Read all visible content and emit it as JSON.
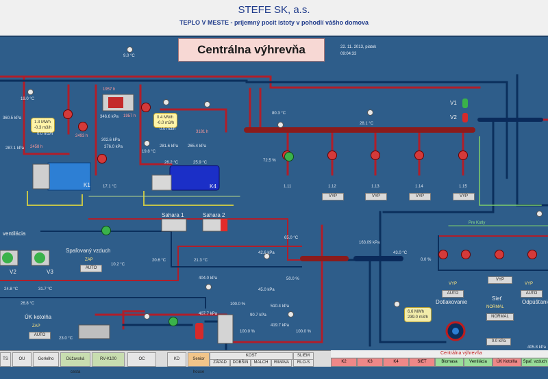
{
  "header": {
    "company": "STEFE SK, a.s.",
    "tagline": "TEPLO V MESTE - príjemný pocit istoty v pohodlí vášho domova"
  },
  "title": "Centrálna výhrevňa",
  "datetime": {
    "date": "22. 11. 2013, piatok",
    "time": "09:04:33"
  },
  "labels": {
    "p1": "360.5 kPa",
    "p2": "287.1 kPa",
    "p3": "346.6 kPa",
    "p4": "281.6 kPa",
    "p5": "265.4 kPa",
    "p6": "376.0 kPa",
    "p7": "302.6 kPa",
    "t1": "19.0 °C",
    "t2": "9.0 °C",
    "t3": "17.1 °C",
    "t4": "19.8 °C",
    "t5": "26.2 °C",
    "t6": "25.9 °C",
    "t7": "80.3 °C",
    "t8": "28.1 °C",
    "t9": "72.5 %",
    "flow1": "2458 h",
    "flow2": "1957 h",
    "flow3": "2493 h",
    "flow4": "3181 h",
    "flow5": "1957 h",
    "k1": "K1",
    "k4": "K4",
    "v1": "V1",
    "v2": "V2",
    "v3": "V3",
    "ventilacia": "ventilácia",
    "spal_vzduch": "Spaľovaný vzduch",
    "uk_kotolna": "ÚK kotolňa",
    "sahara1": "Sahara 1",
    "sahara2": "Sahara 2",
    "sg1": "1.11",
    "sg2": "1.12",
    "sg3": "1.13",
    "sg4": "1.14",
    "sg5": "1.15",
    "vyp": "VYP",
    "zap": "ZAP",
    "auto": "AUTO",
    "normal": "NORMAL",
    "dotlak": "Dotlakovanie",
    "siet": "Sieť",
    "odpust": "Odpúšťanie",
    "energy": "6.6 MWh",
    "energy2": "239.0 m3/h",
    "ib1a": "1.3 MWh",
    "ib1b": "-0.3 m3/h",
    "ib1c": "0.0 m3/h",
    "ib2a": "0.4 MWh",
    "ib2b": "-0.0 m3/h",
    "ib2c": "0.0 m3/h",
    "p_a": "163.09 kPa",
    "p_b": "42.6 kPa",
    "p_c": "45.0 kPa",
    "p_d": "404.0 kPa",
    "p_e": "407.7 kPa",
    "p_f": "510.4 kPa",
    "p_g": "90.7 kPa",
    "p_h": "419.7 kPa",
    "p_i": "405.8 kPa",
    "p_j": "0.0 kPa",
    "pct1": "100.0 %",
    "pct2": "50.0 %",
    "pct3": "100.0 %",
    "pct4": "0.0 %",
    "pct5": "100.0 %",
    "t10": "20.6 °C",
    "t11": "21.3 °C",
    "t12": "43.0 °C",
    "t13": "65.0 °C",
    "t14": "24.8 °C",
    "t15": "31.7 °C",
    "t16": "26.8 °C",
    "t17": "23.0 °C",
    "t18": "10.2 °C",
    "pokol": "Pre Kotly"
  },
  "bottom_left": [
    {
      "label": "TS"
    },
    {
      "label": "OU"
    },
    {
      "label": "Gorkého"
    },
    {
      "label": "Dúžavská cesta"
    },
    {
      "label": "RV-K100"
    },
    {
      "label": "OC"
    },
    {
      "label": "KD"
    },
    {
      "label": "Senior house"
    },
    {
      "label": "ZÁPAD"
    },
    {
      "label": "DOBŠIN"
    },
    {
      "label": "MALCH"
    },
    {
      "label": "RIMAVA"
    },
    {
      "label": "RLO-S"
    }
  ],
  "bottom_mid": {
    "kost": "KOST",
    "sliem": "SLIEM"
  },
  "bottom_right": {
    "title": "Centrálna výhrevňa",
    "cells": [
      "K2",
      "K3",
      "K4",
      "SIET",
      "Biomasa",
      "Ventilácia",
      "ÚK Kotolňa",
      "Spaľ. vzduch"
    ]
  }
}
